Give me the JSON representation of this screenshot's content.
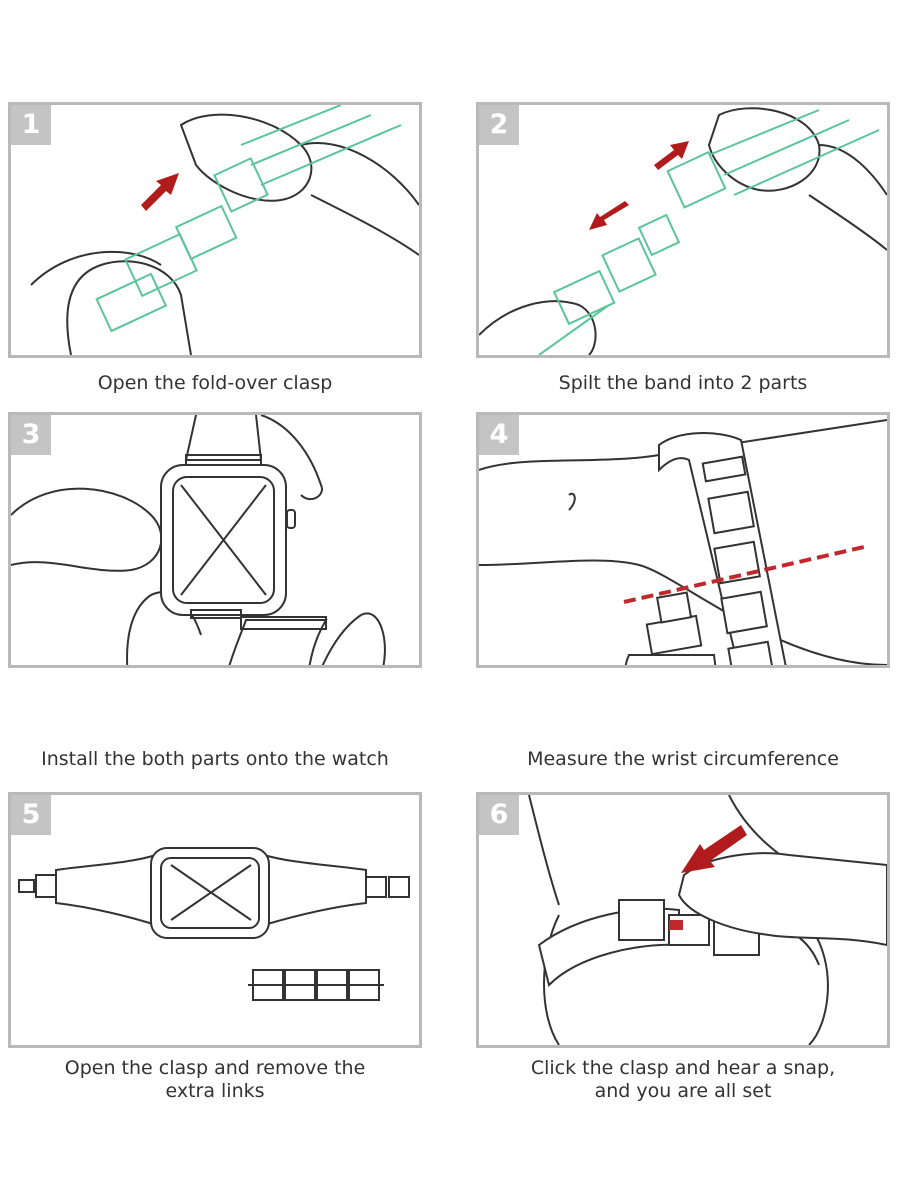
{
  "steps": [
    {
      "number": "1",
      "caption": [
        "Open the fold-over clasp"
      ]
    },
    {
      "number": "2",
      "caption": [
        "Spilt the band into 2 parts"
      ]
    },
    {
      "number": "3",
      "caption": [
        "Install the both parts onto the watch"
      ]
    },
    {
      "number": "4",
      "caption": [
        "Measure the wrist circumference"
      ]
    },
    {
      "number": "5",
      "caption": [
        "Open the clasp and remove the",
        "extra links"
      ]
    },
    {
      "number": "6",
      "caption": [
        "Click the clasp and hear a snap,",
        "and you are all set"
      ]
    }
  ],
  "colors": {
    "arrow": "#b01c1c",
    "band_outline": "#5bc49a",
    "line": "#333333",
    "frame": "#b9b9b9",
    "badge": "#c4c4c4",
    "measure": "#c0282d"
  },
  "icons": [
    "hand-icon",
    "clasp-icon",
    "arrow-icon",
    "watch-icon",
    "wrist-icon",
    "band-links-icon"
  ]
}
